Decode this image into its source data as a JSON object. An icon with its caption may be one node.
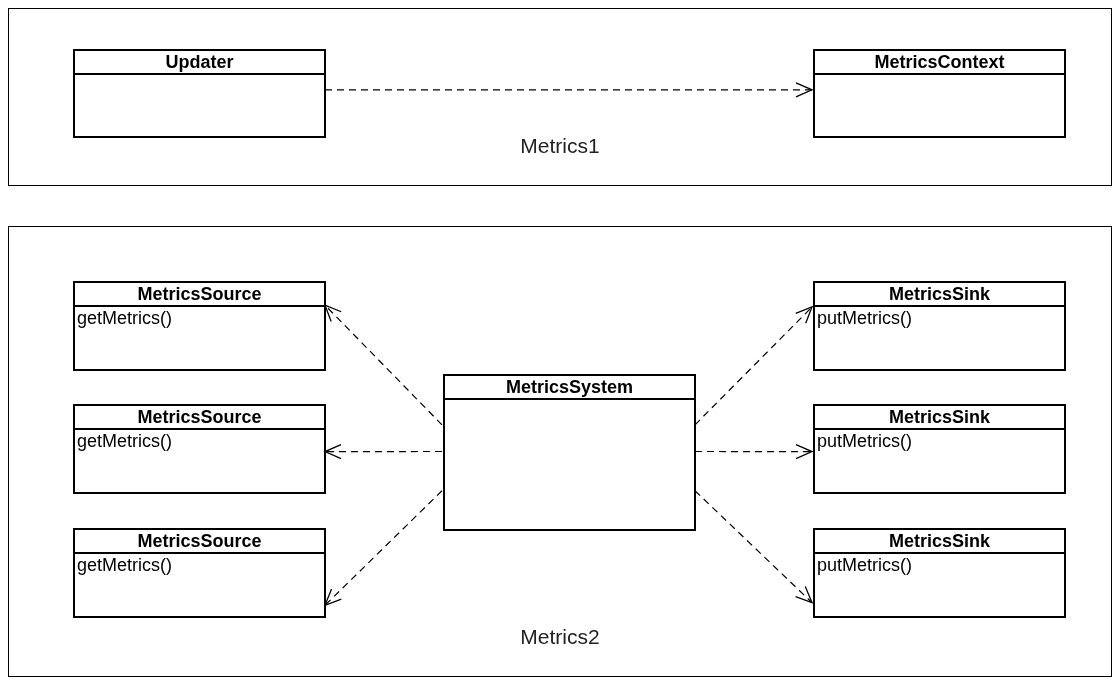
{
  "diagram": {
    "nodes": [
      {
        "text": [
          "Metrics1"
        ]
      },
      {
        "text": [
          "Updater"
        ],
        "in": 0
      },
      {
        "text": [
          "MetricsContext"
        ],
        "in": 0
      },
      {
        "text": [
          "Metrics2"
        ]
      },
      {
        "text": [
          "MetricsSource",
          "getMetrics()"
        ],
        "in": 3
      },
      {
        "text": [
          "MetricsSource",
          "getMetrics()"
        ],
        "in": 3
      },
      {
        "text": [
          "MetricsSource",
          "getMetrics()"
        ],
        "in": 3
      },
      {
        "text": [
          "MetricsSystem"
        ],
        "in": 3
      },
      {
        "text": [
          "MetricsSink",
          "putMetrics()"
        ],
        "in": 3
      },
      {
        "text": [
          "MetricsSink",
          "putMetrics()"
        ],
        "in": 3
      },
      {
        "text": [
          "MetricsSink",
          "putMetrics()"
        ],
        "in": 3
      }
    ],
    "edges": [
      {
        "from": 1,
        "to": 2,
        "arrow": "to",
        "style": "dashed"
      },
      {
        "from": 7,
        "to": 4,
        "arrow": "to",
        "style": "dashed"
      },
      {
        "from": 7,
        "to": 5,
        "arrow": "to",
        "style": "dashed"
      },
      {
        "from": 7,
        "to": 6,
        "arrow": "to",
        "style": "dashed"
      },
      {
        "from": 7,
        "to": 8,
        "arrow": "to",
        "style": "dashed"
      },
      {
        "from": 7,
        "to": 9,
        "arrow": "to",
        "style": "dashed"
      },
      {
        "from": 7,
        "to": 10,
        "arrow": "to",
        "style": "dashed"
      }
    ]
  }
}
